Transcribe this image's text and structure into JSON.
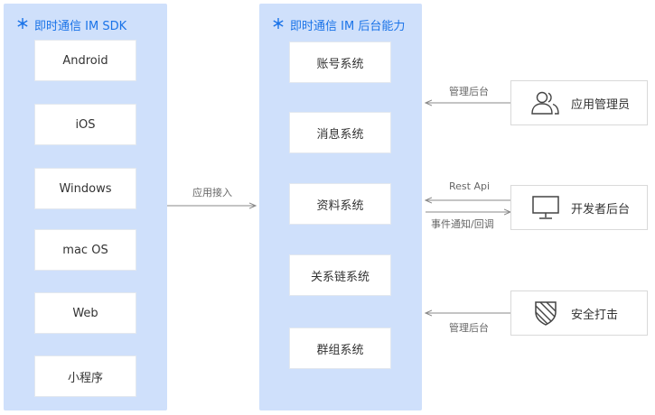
{
  "sdk_panel": {
    "title": "即时通信 IM SDK",
    "platforms": [
      "Android",
      "iOS",
      "Windows",
      "mac OS",
      "Web",
      "小程序"
    ]
  },
  "backend_panel": {
    "title": "即时通信 IM 后台能力",
    "systems": [
      "账号系统",
      "消息系统",
      "资料系统",
      "关系链系统",
      "群组系统"
    ]
  },
  "connections": {
    "sdk_to_backend": "应用接入",
    "admin": "管理后台",
    "rest_api": "Rest Api",
    "callback": "事件通知/回调",
    "security": "管理后台"
  },
  "entities": {
    "app_admin": "应用管理员",
    "developer_backend": "开发者后台",
    "security_strike": "安全打击"
  },
  "colors": {
    "panel_bg": "#cfe0fb",
    "accent": "#1a73e8",
    "arrow": "#888888"
  }
}
